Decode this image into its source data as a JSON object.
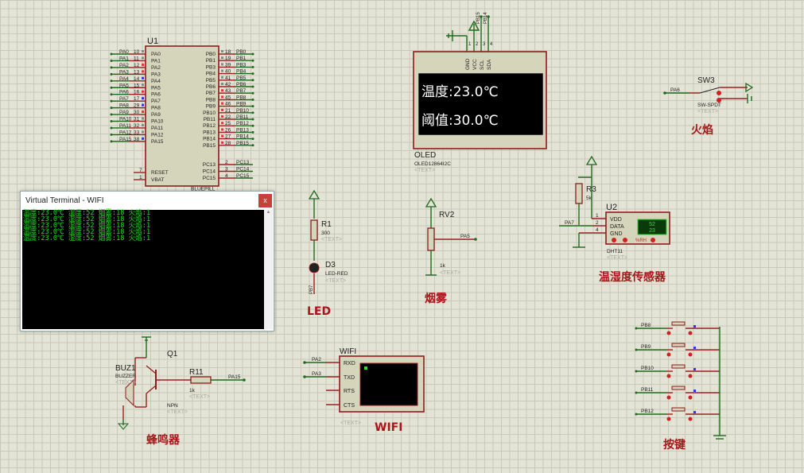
{
  "u1": {
    "ref": "U1",
    "part": "BLUEPILL",
    "left": [
      [
        "PA0",
        "10",
        "PA0"
      ],
      [
        "PA1",
        "11",
        "PA1"
      ],
      [
        "PA2",
        "12",
        "PA2"
      ],
      [
        "PA3",
        "13",
        "PA3"
      ],
      [
        "PA4",
        "14",
        "PA4"
      ],
      [
        "PA5",
        "15",
        "PA5"
      ],
      [
        "PA6",
        "16",
        "PA6"
      ],
      [
        "PA7",
        "17",
        "PA7"
      ],
      [
        "PA8",
        "29",
        "PA8"
      ],
      [
        "PA9",
        "30",
        "PA9"
      ],
      [
        "PA10",
        "31",
        "PA10"
      ],
      [
        "PA11",
        "32",
        "PA11"
      ],
      [
        "PA12",
        "33",
        "PA12"
      ],
      [
        "PA15",
        "38",
        "PA15"
      ]
    ],
    "right": [
      [
        "PB0",
        "18",
        "PB0"
      ],
      [
        "PB1",
        "19",
        "PB1"
      ],
      [
        "PB3",
        "39",
        "PB3"
      ],
      [
        "PB4",
        "40",
        "PB4"
      ],
      [
        "PB5",
        "41",
        "PB5"
      ],
      [
        "PB6",
        "42",
        "PB6"
      ],
      [
        "PB7",
        "43",
        "PB7"
      ],
      [
        "PB8",
        "45",
        "PB8"
      ],
      [
        "PB9",
        "46",
        "PB9"
      ],
      [
        "PB10",
        "21",
        "PB10"
      ],
      [
        "PB11",
        "22",
        "PB11"
      ],
      [
        "PB12",
        "25",
        "PB12"
      ],
      [
        "PB13",
        "26",
        "PB13"
      ],
      [
        "PB14",
        "27",
        "PB14"
      ],
      [
        "PB15",
        "28",
        "PB15"
      ]
    ],
    "pc": [
      [
        "PC13",
        "2",
        "PC13"
      ],
      [
        "PC14",
        "3",
        "PC14"
      ],
      [
        "PC15",
        "4",
        "PC15"
      ]
    ],
    "misc": [
      [
        "RESET",
        "7"
      ],
      [
        "VBAT",
        "1"
      ]
    ]
  },
  "terminal": {
    "title": "Virtual Terminal - WIFI",
    "close": "x",
    "lines": [
      "温度:23.0℃ 湿度:52 烟雾:18 火焰:1",
      "温度:23.0℃ 湿度:52 烟雾:18 火焰:1",
      "温度:23.0℃ 湿度:52 烟雾:18 火焰:1",
      "温度:23.0℃ 湿度:52 烟雾:18 火焰:1",
      "温度:23.0℃ 湿度:52 烟雾:18 火焰:1"
    ]
  },
  "oled": {
    "ref": "OLED",
    "part": "OLED12864I2C",
    "text": "<TEXT>",
    "pins": [
      "GND",
      "VCC",
      "SCL",
      "SDA"
    ],
    "pin_nums": [
      "1",
      "2",
      "3",
      "4"
    ],
    "nets": [
      "PB15",
      "PB14"
    ],
    "line1": "温度:23.0℃",
    "line2": "阈值:30.0℃"
  },
  "sw3": {
    "ref": "SW3",
    "part": "SW-SPDT",
    "text": "<TEXT>",
    "net": "PA6",
    "label": "火焰"
  },
  "led": {
    "r_ref": "R1",
    "r_val": "300",
    "text": "<TEXT>",
    "d_ref": "D3",
    "d_part": "LED-RED",
    "net": "PB7",
    "label": "LED"
  },
  "rv2": {
    "ref": "RV2",
    "val": "1k",
    "text": "<TEXT>",
    "net": "PA5",
    "label": "烟雾"
  },
  "dht": {
    "r_ref": "R3",
    "r_val": "5k",
    "ref": "U2",
    "part": "DHT11",
    "text": "<TEXT>",
    "net": "PA7",
    "pins": [
      "VDD",
      "DATA",
      "GND"
    ],
    "pin_nums": [
      "1",
      "2",
      "4"
    ],
    "hum": "52",
    "temp": "23",
    "unit": "%RH",
    "label": "温湿度传感器"
  },
  "buzzer": {
    "ref": "BUZ1",
    "part": "BUZZER",
    "q_ref": "Q1",
    "q_part": "NPN",
    "r_ref": "R11",
    "r_val": "1k",
    "net": "PA15",
    "text": "<TEXT>",
    "label": "蜂鸣器"
  },
  "wifi": {
    "ref": "WIFI",
    "pins": [
      "RXD",
      "TXD",
      "RTS",
      "CTS"
    ],
    "nets": [
      "PA2",
      "PA3"
    ],
    "text": "<TEXT>",
    "label": "WIFI"
  },
  "keys": {
    "nets": [
      "PB8",
      "PB9",
      "PB10",
      "PB11",
      "PB12"
    ],
    "label": "按键"
  },
  "colors": {
    "wire": "#1e6a1e",
    "pin": "#9a2020",
    "label": "#a8161b",
    "terminal_text": "#1ee01e"
  }
}
